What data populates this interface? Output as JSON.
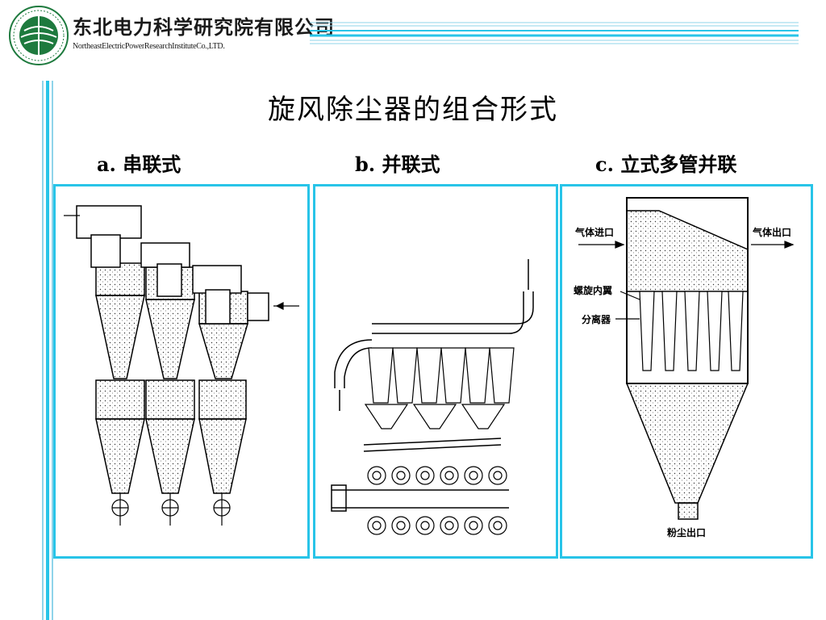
{
  "header": {
    "org_name_cn": "东北电力科学研究院有限公司",
    "org_name_en": "NortheastElectricPowerResearchInstituteCo.,LTD."
  },
  "slide": {
    "title": "旋风除尘器的组合形式"
  },
  "panels": [
    {
      "label": "a.  串联式"
    },
    {
      "label": "b.  并联式"
    },
    {
      "label": "c. 立式多管并联",
      "annotations": {
        "gas_in": "气体进口",
        "gas_out": "气体出口",
        "spiral_vane": "螺旋内翼",
        "separator": "分离器",
        "dust_out": "粉尘出口"
      }
    }
  ],
  "colors": {
    "frame": "#28c4e8",
    "accent_line": "#28c4e8",
    "logo_green": "#1e7a3e"
  }
}
